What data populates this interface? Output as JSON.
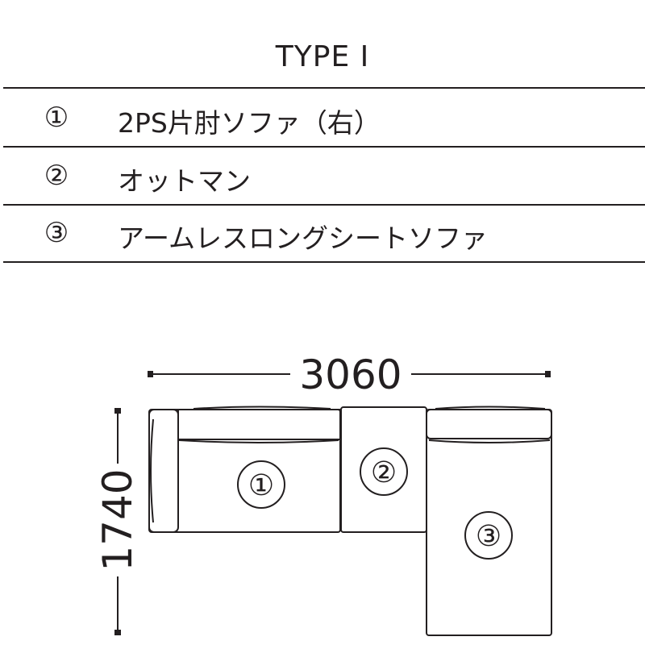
{
  "title": "TYPE I",
  "items": [
    {
      "number": "①",
      "name": "2PS片肘ソファ（右）"
    },
    {
      "number": "②",
      "name": "オットマン"
    },
    {
      "number": "③",
      "name": "アームレスロングシートソファ"
    }
  ],
  "dimensions": {
    "width": "3060",
    "depth": "1740"
  },
  "modules": [
    {
      "marker": "①"
    },
    {
      "marker": "②"
    },
    {
      "marker": "③"
    }
  ],
  "colors": {
    "line": "#231f20",
    "background": "#ffffff"
  }
}
